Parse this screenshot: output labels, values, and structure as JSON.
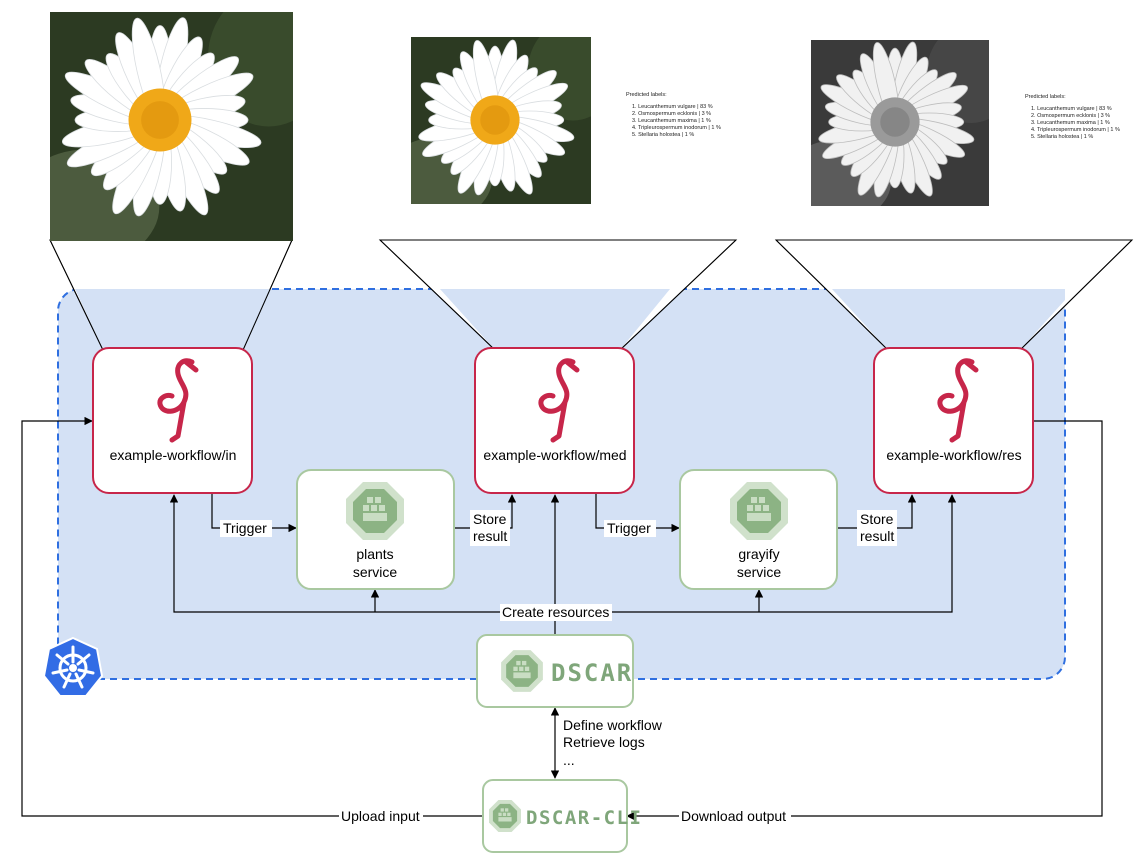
{
  "colors": {
    "cluster_fill": "#d4e1f5",
    "cluster_border": "#2f6fe0",
    "bucket_border": "#c7264a",
    "service_border": "#a9c8a0",
    "oscar_green": "#7fa67a",
    "k8s_blue": "#326ce5"
  },
  "icons": {
    "bucket": "minio-flamingo-icon",
    "service": "oscar-octagon-icon",
    "cluster": "kubernetes-wheel-icon"
  },
  "buckets": [
    {
      "label": "example-workflow/in"
    },
    {
      "label": "example-workflow/med"
    },
    {
      "label": "example-workflow/res"
    }
  ],
  "services": [
    {
      "line1": "plants",
      "line2": "service"
    },
    {
      "line1": "grayify",
      "line2": "service"
    }
  ],
  "oscar": {
    "label": "DSCAR"
  },
  "oscar_cli": {
    "label": "DSCAR-CLI"
  },
  "edges": {
    "trigger_1": "Trigger",
    "trigger_2": "Trigger",
    "store_1_a": "Store",
    "store_1_b": "result",
    "store_2_a": "Store",
    "store_2_b": "result",
    "create_resources": "Create resources",
    "cli_1": "Define workflow",
    "cli_2": "Retrieve logs",
    "cli_3": "...",
    "upload": "Upload input",
    "download": "Download output"
  },
  "predictions": [
    {
      "title": "Predicted labels:",
      "items": [
        "1. Leucanthemum vulgare | 83 %",
        "2. Osmospermum ecklonis | 3 %",
        "3. Leucanthemum maxima | 1 %",
        "4. Tripleurospermum inodorum | 1 %",
        "5. Stellaria holostea | 1 %"
      ]
    },
    {
      "title": "Predicted labels:",
      "items": [
        "1. Leucanthemum vulgare | 83 %",
        "2. Osmospermum ecklonis | 3 %",
        "3. Leucanthemum maxima | 1 %",
        "4. Tripleurospermum inodorum | 1 %",
        "5. Stellaria holostea | 1 %"
      ]
    }
  ],
  "photos": [
    {
      "name": "daisy-photo-original",
      "grayscale": false
    },
    {
      "name": "daisy-photo-med",
      "grayscale": false
    },
    {
      "name": "daisy-photo-res",
      "grayscale": true
    }
  ]
}
